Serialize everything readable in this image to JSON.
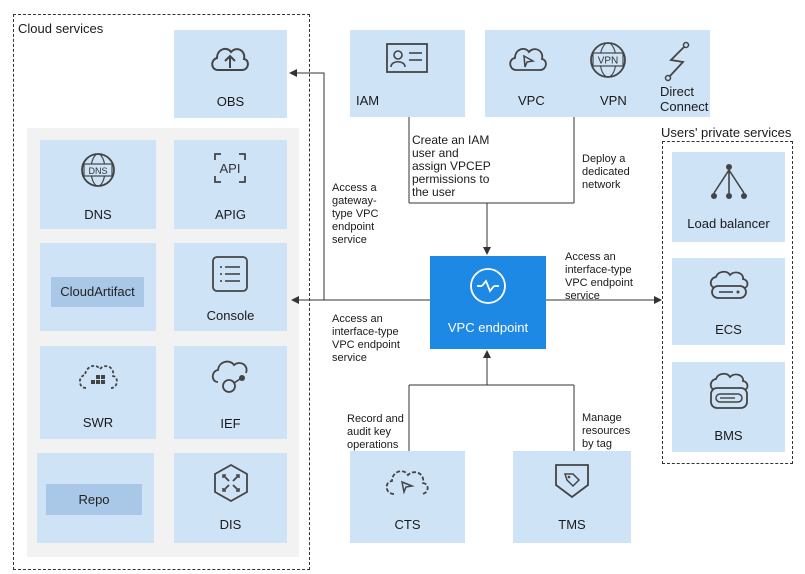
{
  "groups": {
    "cloud_services": "Cloud services",
    "private_services": "Users' private services"
  },
  "services": {
    "obs": "OBS",
    "dns": "DNS",
    "apig": "APIG",
    "cloudartifact": "CloudArtifact",
    "console": "Console",
    "swr": "SWR",
    "ief": "IEF",
    "repo": "Repo",
    "dis": "DIS",
    "iam": "IAM",
    "vpc": "VPC",
    "vpn": "VPN",
    "direct_connect": "Direct\nConnect",
    "vpc_endpoint": "VPC endpoint",
    "cts": "CTS",
    "tms": "TMS",
    "load_balancer": "Load balancer",
    "ecs": "ECS",
    "bms": "BMS"
  },
  "icon_text": {
    "dns": "DNS",
    "api": "API",
    "vpn": "VPN"
  },
  "annotations": {
    "iam_note": "Create an IAM\nuser and\nassign VPCEP\npermissions to\nthe user",
    "network_note": "Deploy a\ndedicated\nnetwork",
    "gateway_note": "Access a\ngateway-\ntype VPC\nendpoint\nservice",
    "interface_left_note": "Access an\ninterface-type\nVPC endpoint\nservice",
    "interface_right_note": "Access an\ninterface-type\nVPC endpoint\nservice",
    "cts_note": "Record and\naudit key\noperations",
    "tms_note": "Manage\nresources\nby tag"
  },
  "colors": {
    "box_fill": "#cfe3f7",
    "endpoint_fill": "#1e88e5",
    "group_fill": "#f2f2f2",
    "tag_fill": "#a9c8e8"
  }
}
